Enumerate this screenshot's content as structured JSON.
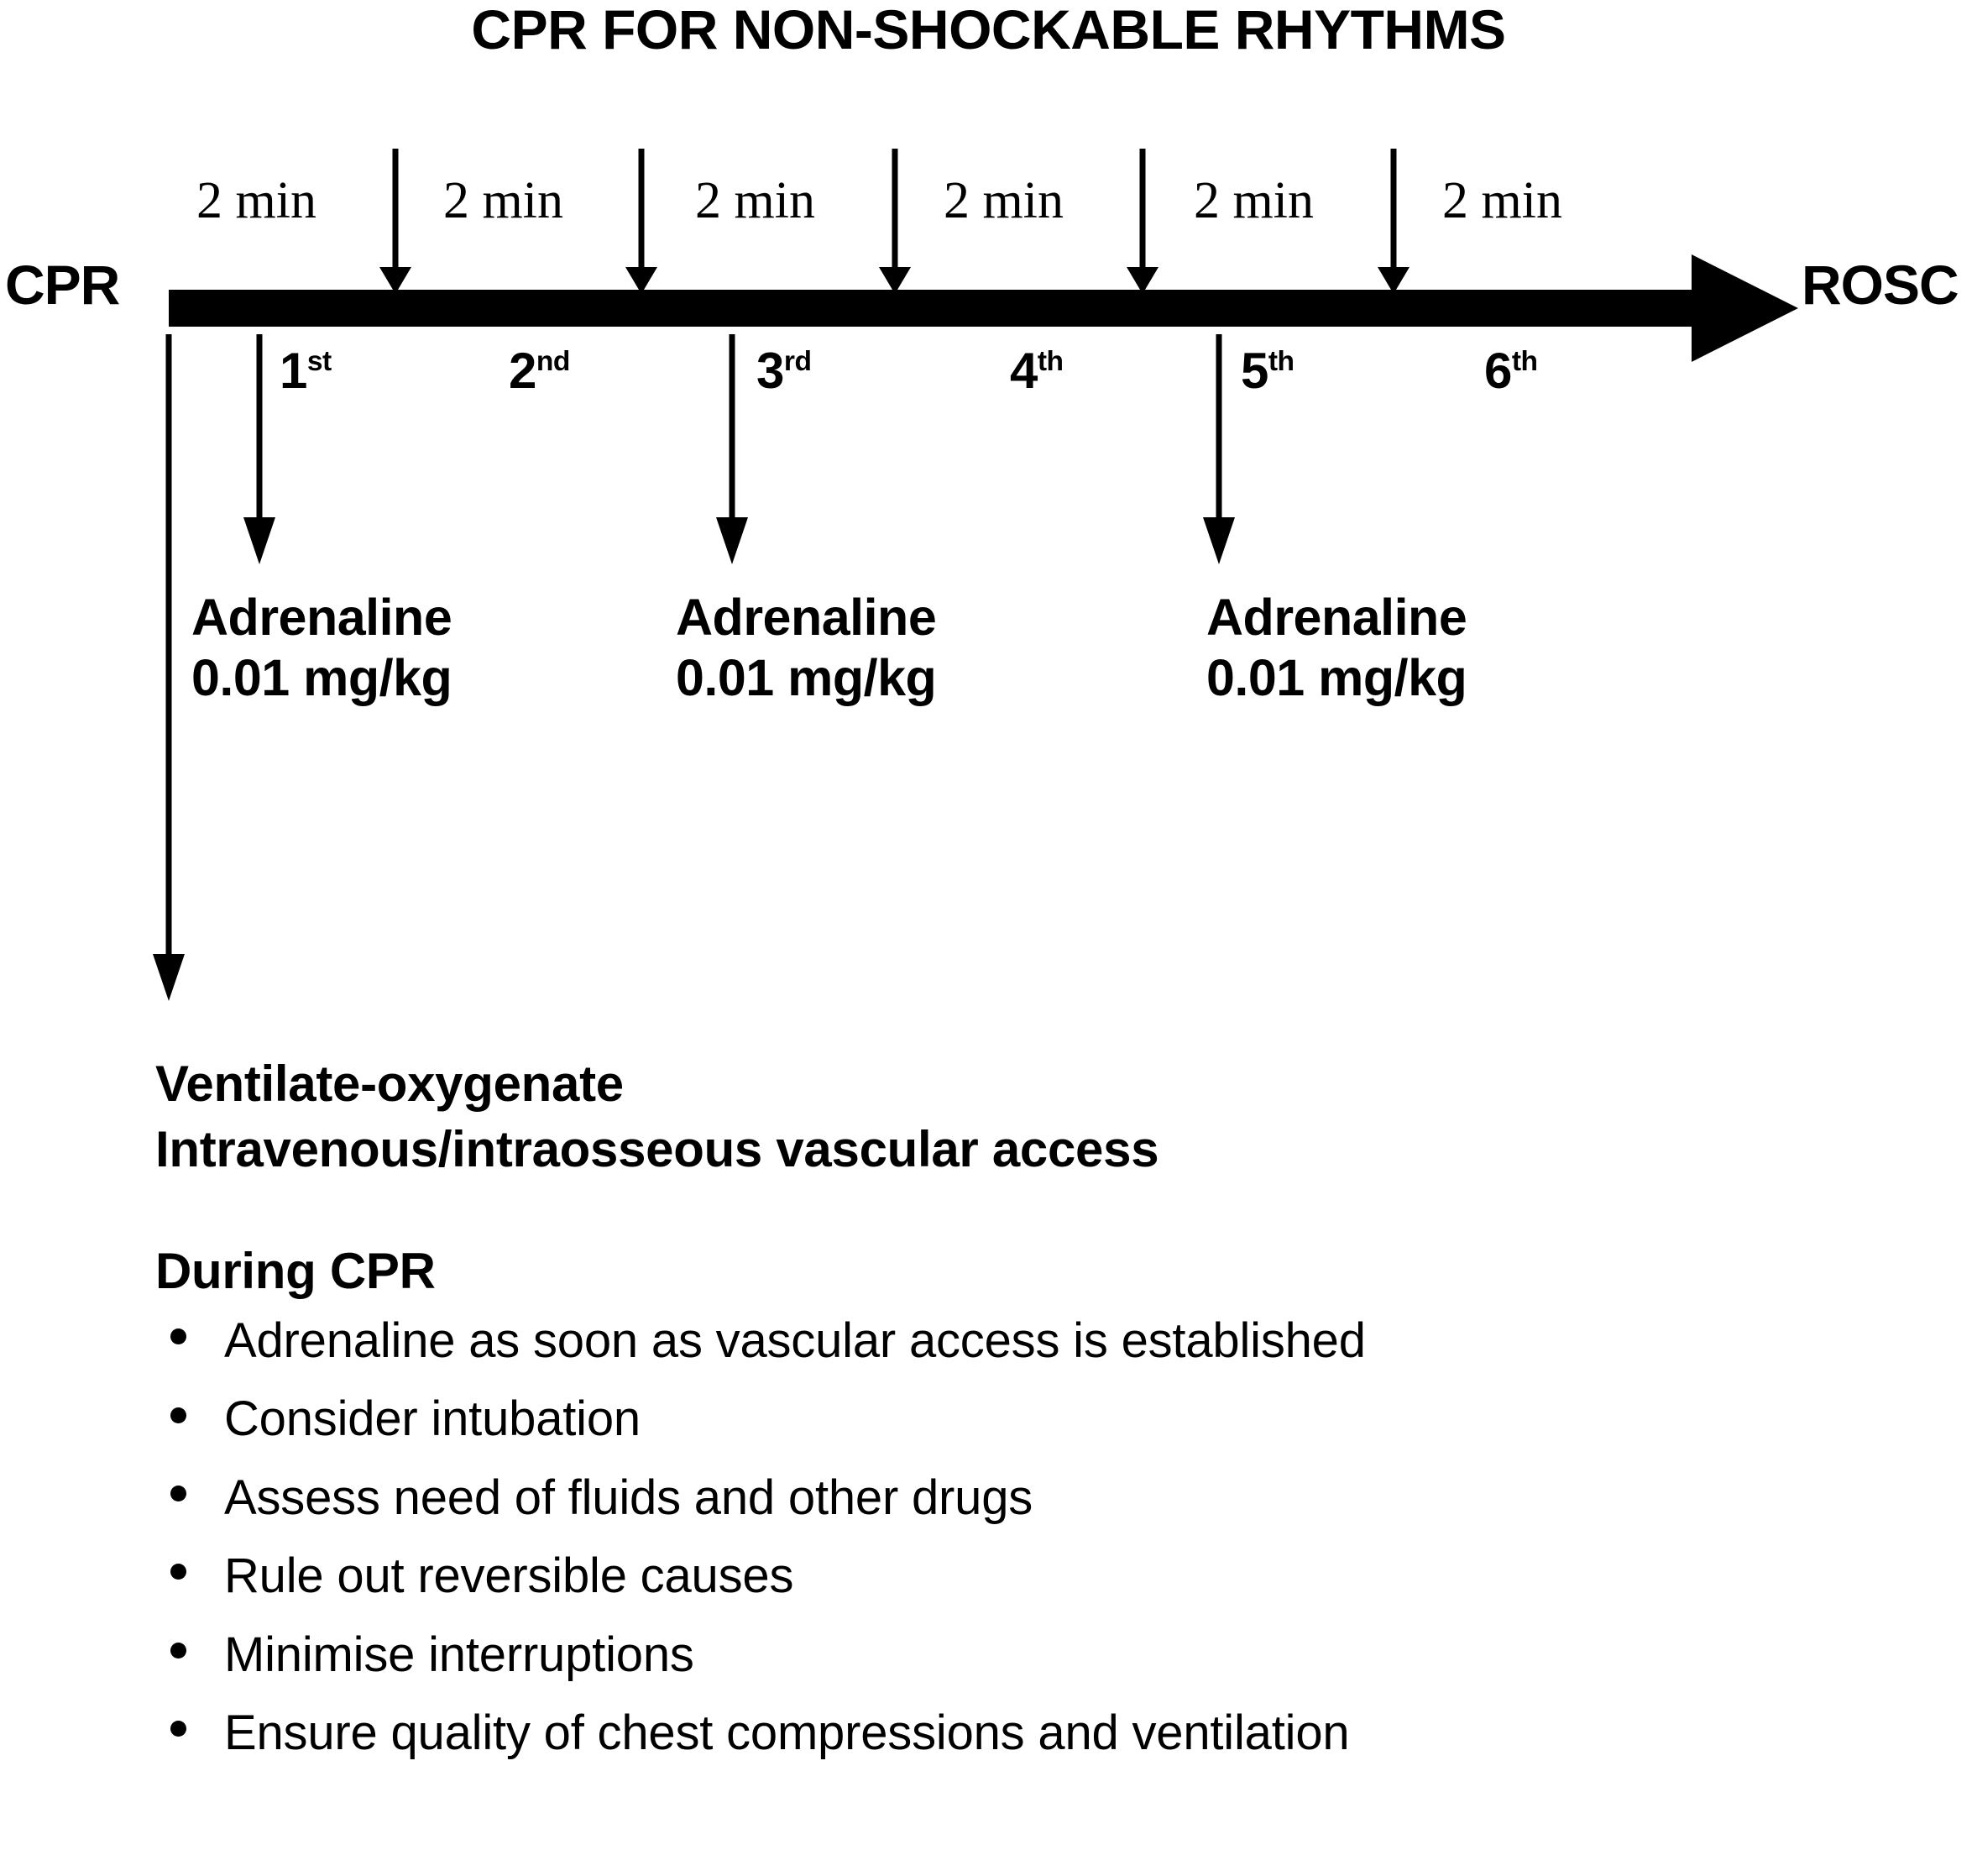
{
  "title": "CPR FOR NON-SHOCKABLE RHYTHMS",
  "timeline": {
    "start_label": "CPR",
    "end_label": "ROSC",
    "interval_label": "2 min",
    "intervals": [
      "2 min",
      "2 min",
      "2 min",
      "2 min",
      "2 min",
      "2 min"
    ],
    "cycles": [
      {
        "ordinal": "1",
        "suffix": "st"
      },
      {
        "ordinal": "2",
        "suffix": "nd"
      },
      {
        "ordinal": "3",
        "suffix": "rd"
      },
      {
        "ordinal": "4",
        "suffix": "th"
      },
      {
        "ordinal": "5",
        "suffix": "th"
      },
      {
        "ordinal": "6",
        "suffix": "th"
      }
    ],
    "drug_doses": [
      {
        "drug": "Adrenaline",
        "dose": "0.01 mg/kg"
      },
      {
        "drug": "Adrenaline",
        "dose": "0.01 mg/kg"
      },
      {
        "drug": "Adrenaline",
        "dose": "0.01 mg/kg"
      }
    ]
  },
  "lead_lines": [
    "Ventilate-oxygenate",
    "Intravenous/intraosseous vascular access"
  ],
  "during_cpr": {
    "heading": "During CPR",
    "items": [
      "Adrenaline as soon as vascular access is established",
      "Consider intubation",
      "Assess need of fluids and other drugs",
      "Rule out reversible causes",
      "Minimise interruptions",
      "Ensure quality of chest compressions and ventilation"
    ]
  },
  "colors": {
    "ink": "#000000",
    "background": "#ffffff"
  }
}
